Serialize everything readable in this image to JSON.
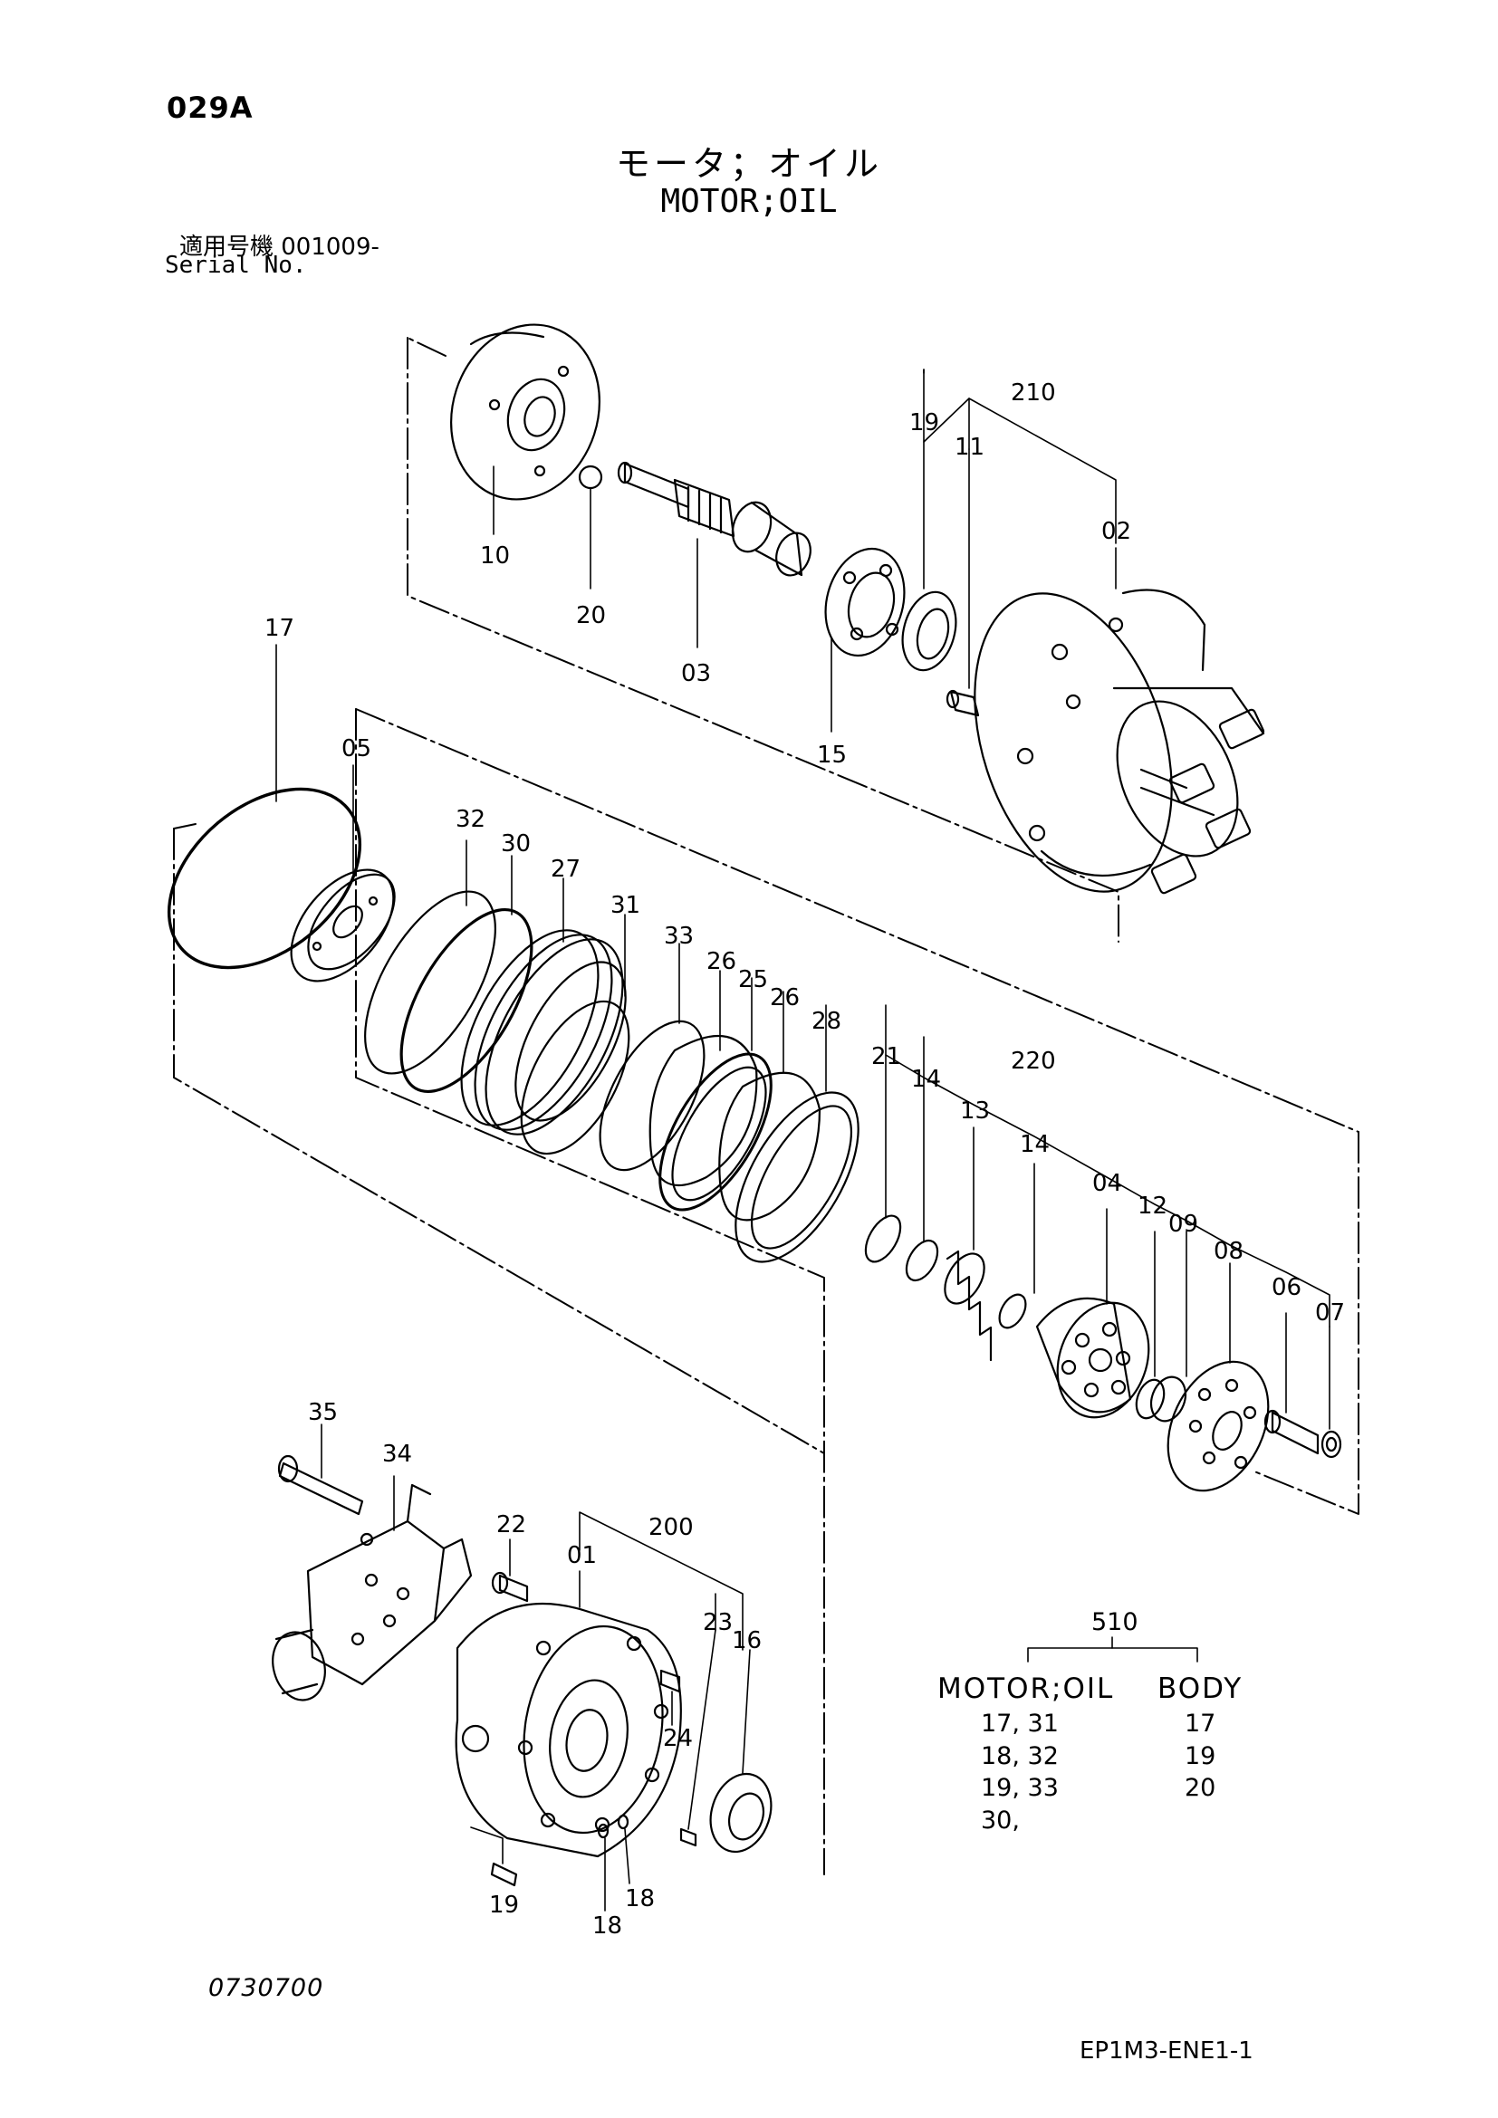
{
  "header": {
    "page_code": "029A",
    "title_jp": "モータ；オイル",
    "title_en": "MOTOR;OIL",
    "serial_jp": "適用号機  001009-",
    "serial_en": "Serial No."
  },
  "callouts": [
    {
      "key": "c10",
      "text": "10"
    },
    {
      "key": "c20a",
      "text": "20"
    },
    {
      "key": "c03",
      "text": "03"
    },
    {
      "key": "c15",
      "text": "15"
    },
    {
      "key": "c19a",
      "text": "19"
    },
    {
      "key": "c11",
      "text": "11"
    },
    {
      "key": "c210",
      "text": "210"
    },
    {
      "key": "c02",
      "text": "02"
    },
    {
      "key": "c17",
      "text": "17"
    },
    {
      "key": "c05",
      "text": "05"
    },
    {
      "key": "c32",
      "text": "32"
    },
    {
      "key": "c30",
      "text": "30"
    },
    {
      "key": "c27",
      "text": "27"
    },
    {
      "key": "c31",
      "text": "31"
    },
    {
      "key": "c33",
      "text": "33"
    },
    {
      "key": "c26a",
      "text": "26"
    },
    {
      "key": "c25",
      "text": "25"
    },
    {
      "key": "c26b",
      "text": "26"
    },
    {
      "key": "c28",
      "text": "28"
    },
    {
      "key": "c21",
      "text": "21"
    },
    {
      "key": "c14a",
      "text": "14"
    },
    {
      "key": "c13",
      "text": "13"
    },
    {
      "key": "c220",
      "text": "220"
    },
    {
      "key": "c14b",
      "text": "14"
    },
    {
      "key": "c04",
      "text": "04"
    },
    {
      "key": "c12",
      "text": "12"
    },
    {
      "key": "c09",
      "text": "09"
    },
    {
      "key": "c08",
      "text": "08"
    },
    {
      "key": "c06",
      "text": "06"
    },
    {
      "key": "c07",
      "text": "07"
    },
    {
      "key": "c35",
      "text": "35"
    },
    {
      "key": "c34",
      "text": "34"
    },
    {
      "key": "c22",
      "text": "22"
    },
    {
      "key": "c01",
      "text": "01"
    },
    {
      "key": "c200",
      "text": "200"
    },
    {
      "key": "c23",
      "text": "23"
    },
    {
      "key": "c16",
      "text": "16"
    },
    {
      "key": "c24",
      "text": "24"
    },
    {
      "key": "c19b",
      "text": "19"
    },
    {
      "key": "c18a",
      "text": "18"
    },
    {
      "key": "c18b",
      "text": "18"
    }
  ],
  "kit_table": {
    "kit_no": "510",
    "col1_header": "MOTOR;OIL",
    "col2_header": "BODY",
    "rows": [
      {
        "c1": "17,  31",
        "c2": "17"
      },
      {
        "c1": "18,  32",
        "c2": "19"
      },
      {
        "c1": "19,  33",
        "c2": "20"
      },
      {
        "c1": "30,",
        "c2": ""
      }
    ]
  },
  "footer": {
    "code": "0730700",
    "doc_id": "EP1M3-ENE1-1"
  }
}
